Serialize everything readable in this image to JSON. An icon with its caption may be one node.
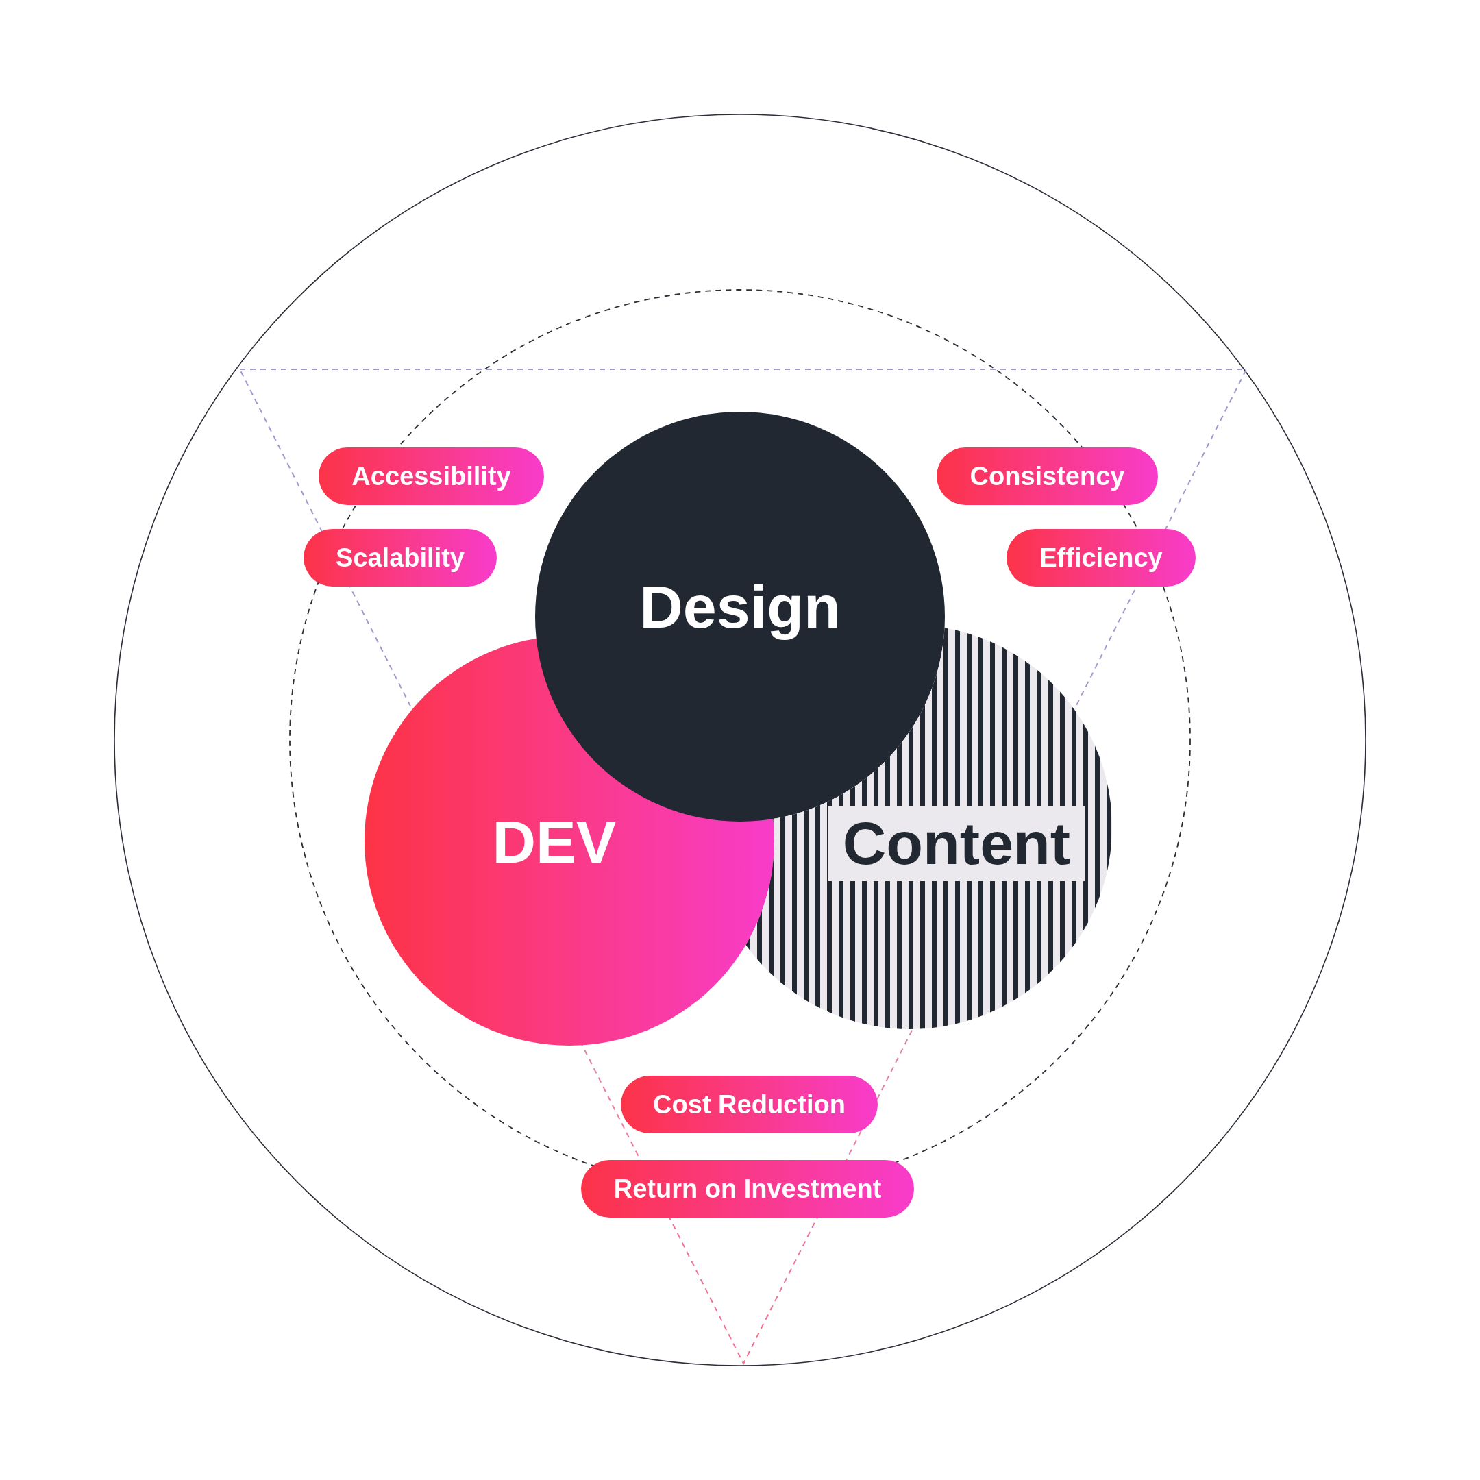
{
  "diagram": {
    "nodes": [
      {
        "text": [
          "Design"
        ]
      },
      {
        "text": [
          "Accessibility"
        ]
      },
      {
        "text": [
          "Consistency"
        ]
      },
      {
        "text": [
          "Scalability"
        ]
      },
      {
        "text": [
          "Efficiency"
        ]
      },
      {
        "text": [
          "DEV"
        ]
      },
      {
        "text": [
          "Content"
        ]
      },
      {
        "text": [
          "Cost Reduction"
        ]
      },
      {
        "text": [
          "Return on Investment"
        ]
      }
    ]
  }
}
